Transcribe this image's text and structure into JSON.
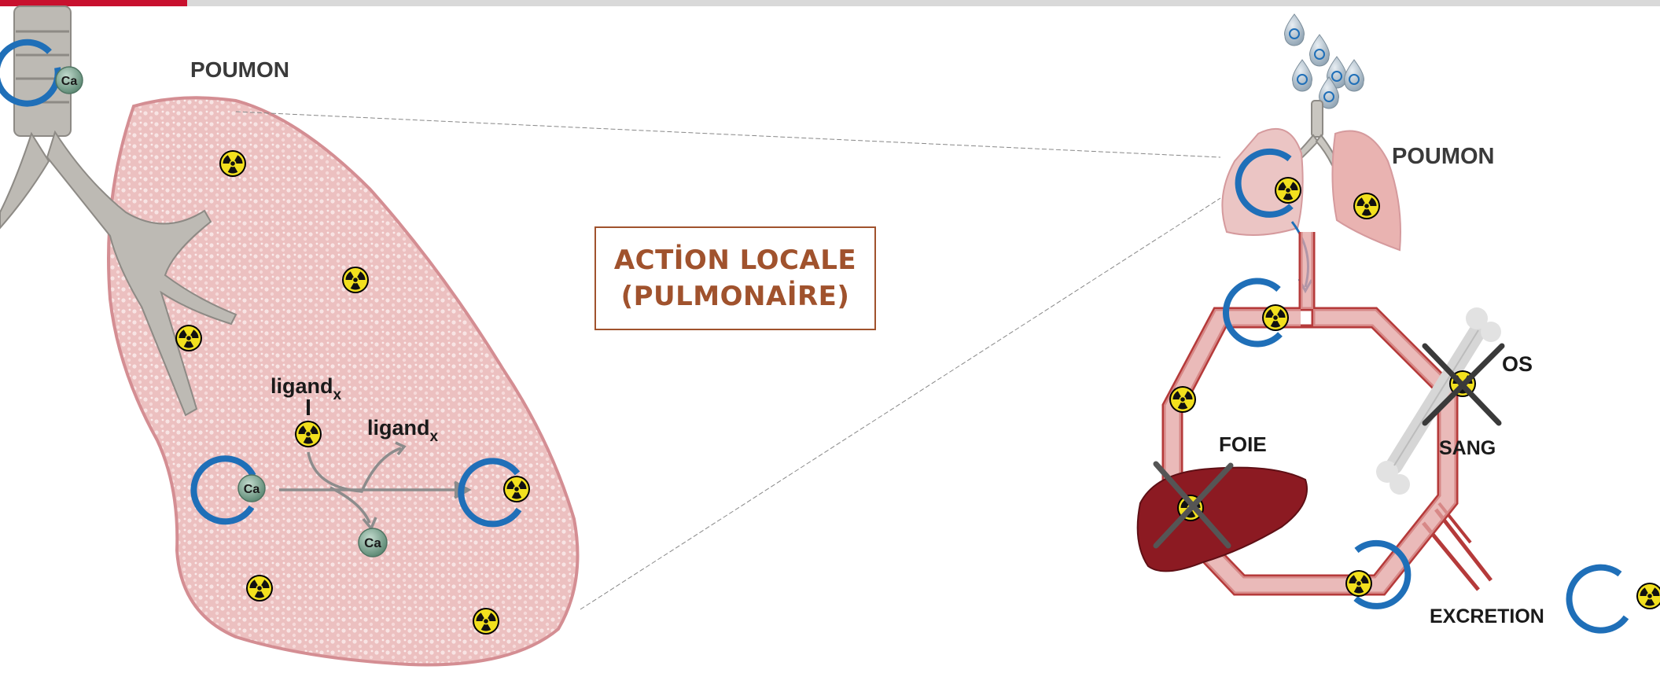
{
  "labels": {
    "lung_left": "POUMON",
    "lung_right": "POUMON",
    "ligand_bound": "ligand",
    "ligand_free": "ligand",
    "subscript": "x",
    "calcium": "Ca",
    "liver": "FOIE",
    "bone": "OS",
    "blood": "SANG",
    "excretion": "EXCRETION"
  },
  "action_box": {
    "line1": "ACTİON LOCALE",
    "line2": "(PULMONAİRE)"
  },
  "colors": {
    "lung_fill": "#e9b7b7",
    "lung_edge": "#d48e93",
    "ring": "#1f6fb8",
    "calcium": "#7fa392",
    "hazard_yellow": "#f2e01e",
    "vessel": "#b53a3a",
    "liver": "#8c1a22",
    "action_text": "#a0522d",
    "top_bar_red": "#c8102e",
    "top_bar_grey": "#d9d9d9"
  },
  "icons": [
    "radiation-icon",
    "chelator-ring-icon",
    "calcium-ion-icon",
    "cross-icon",
    "droplet-icon"
  ]
}
